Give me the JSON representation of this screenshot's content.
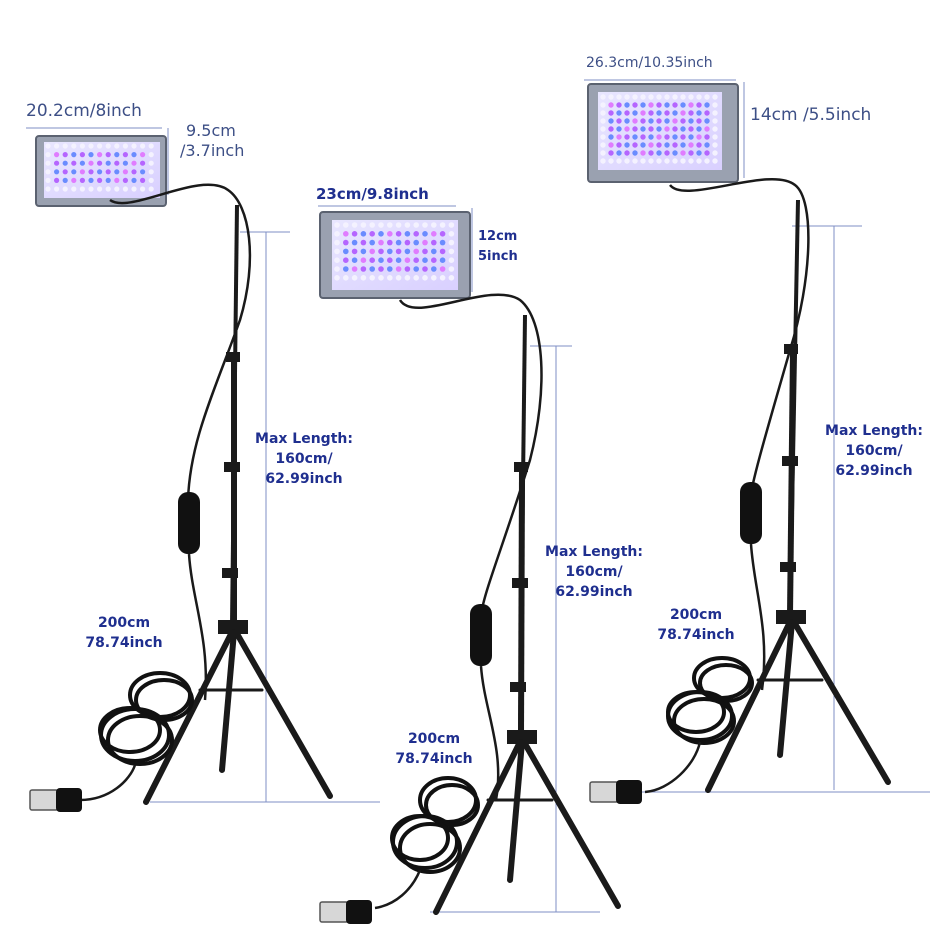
{
  "colors": {
    "label_thin": "#3d4f86",
    "label_bold": "#1f2f8f",
    "guide": "#7f8fc4",
    "stand": "#1a1a1a",
    "panel_frame": "#8e96a6",
    "led_purple": "#b565ff",
    "led_blue": "#6a8cff",
    "led_pink": "#e07cff"
  },
  "lights": [
    {
      "panel_width_label": "20.2cm/8inch",
      "panel_height_label_1": "9.5cm",
      "panel_height_label_2": "/3.7inch",
      "max_length_label_1": "Max Length:",
      "max_length_label_2": "160cm/",
      "max_length_label_3": "62.99inch",
      "cable_label_1": "200cm",
      "cable_label_2": "78.74inch"
    },
    {
      "panel_width_label": "23cm/9.8inch",
      "panel_height_label_1": "12cm",
      "panel_height_label_2": "5inch",
      "max_length_label_1": "Max Length:",
      "max_length_label_2": "160cm/",
      "max_length_label_3": "62.99inch",
      "cable_label_1": "200cm",
      "cable_label_2": "78.74inch"
    },
    {
      "panel_width_label": "26.3cm/10.35inch",
      "panel_height_label_1": "14cm /5.5inch",
      "max_length_label_1": "Max Length:",
      "max_length_label_2": "160cm/",
      "max_length_label_3": "62.99inch",
      "cable_label_1": "200cm",
      "cable_label_2": "78.74inch"
    }
  ]
}
